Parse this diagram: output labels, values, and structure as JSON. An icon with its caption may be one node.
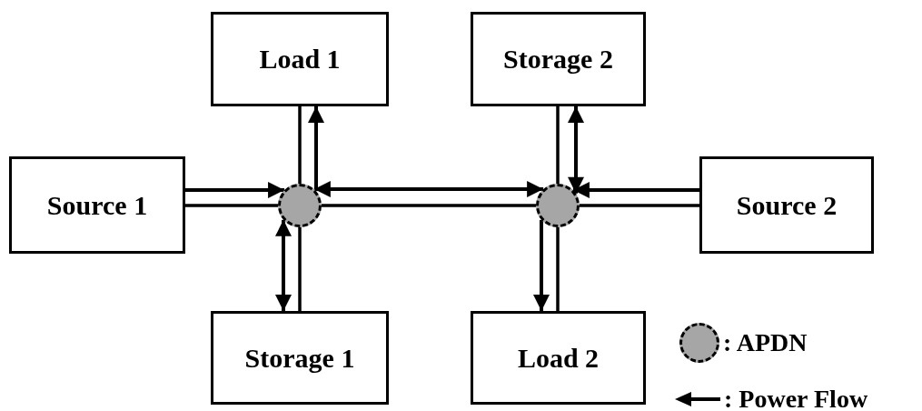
{
  "diagram": {
    "nodes": [
      {
        "text": [
          "Load 1"
        ]
      },
      {
        "text": [
          "Storage 2"
        ]
      },
      {
        "text": [
          "Source 1"
        ]
      },
      {
        "text": [],
        "shape": "circle"
      },
      {
        "text": [],
        "shape": "circle"
      },
      {
        "text": [
          "Source 2"
        ]
      },
      {
        "text": [
          "Storage 1"
        ]
      },
      {
        "text": [
          "Load 2"
        ]
      }
    ],
    "edges": [
      {
        "from": 2,
        "to": 3,
        "arrow": "none"
      },
      {
        "from": 0,
        "to": 3,
        "arrow": "none"
      },
      {
        "from": 6,
        "to": 3,
        "arrow": "none"
      },
      {
        "from": 3,
        "to": 4,
        "arrow": "none"
      },
      {
        "from": 1,
        "to": 4,
        "arrow": "none"
      },
      {
        "from": 5,
        "to": 4,
        "arrow": "none"
      },
      {
        "from": 7,
        "to": 4,
        "arrow": "none"
      },
      {
        "from": 2,
        "to": 3,
        "arrow": "to"
      },
      {
        "from": 3,
        "to": 0,
        "arrow": "to"
      },
      {
        "from": 3,
        "to": 6,
        "arrow": "both"
      },
      {
        "from": 3,
        "to": 4,
        "arrow": "both"
      },
      {
        "from": 1,
        "to": 4,
        "arrow": "both"
      },
      {
        "from": 5,
        "to": 4,
        "arrow": "to"
      },
      {
        "from": 4,
        "to": 7,
        "arrow": "to"
      }
    ],
    "legend": [
      {
        "text": ": APDN"
      },
      {
        "text": ": Power Flow"
      }
    ]
  }
}
